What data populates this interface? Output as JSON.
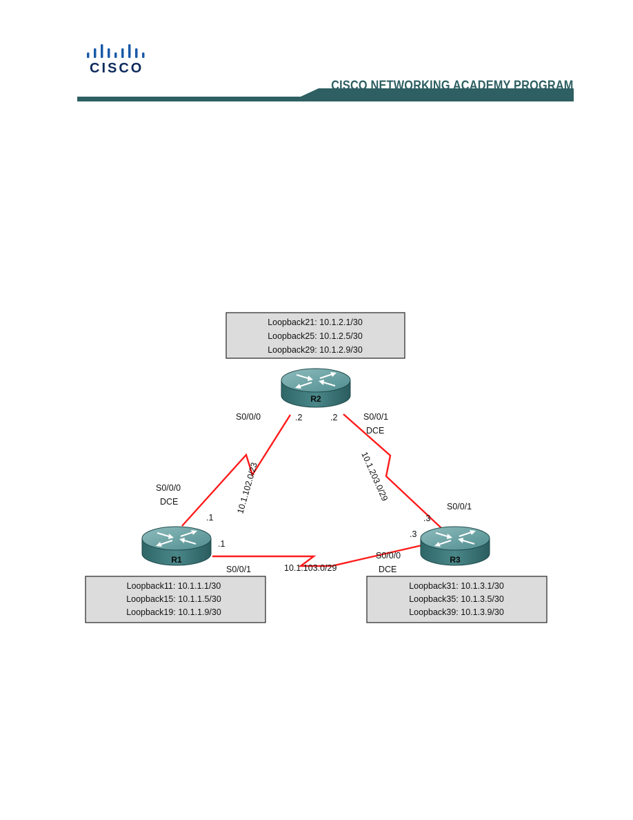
{
  "header": {
    "logo_text": "CISCO",
    "program_title": "CISCO NETWORKING ACADEMY PROGRAM"
  },
  "colors": {
    "header_band": "#2e5f62",
    "link": "#ff1a1a",
    "box_fill": "#dcdcdc",
    "router": "#3e7a7c"
  },
  "topology": {
    "routers": [
      {
        "name": "R2"
      },
      {
        "name": "R1"
      },
      {
        "name": "R3"
      }
    ],
    "loopback_boxes": {
      "r2": [
        "Loopback21: 10.1.2.1/30",
        "Loopback25: 10.1.2.5/30",
        "Loopback29: 10.1.2.9/30"
      ],
      "r1": [
        "Loopback11: 10.1.1.1/30",
        "Loopback15: 10.1.1.5/30",
        "Loopback19: 10.1.1.9/30"
      ],
      "r3": [
        "Loopback31: 10.1.3.1/30",
        "Loopback35: 10.1.3.5/30",
        "Loopback39: 10.1.3.9/30"
      ]
    },
    "links": {
      "r1_r2": {
        "network": "10.1.102.0/23",
        "r2_if": "S0/0/0",
        "r2_ip": ".2",
        "r1_if": "S0/0/0",
        "r1_dce": "DCE",
        "r1_ip": ".1"
      },
      "r2_r3": {
        "network": "10.1.203.0/29",
        "r2_if": "S0/0/1",
        "r2_dce": "DCE",
        "r2_ip": ".2",
        "r3_if": "S0/0/1",
        "r3_ip": ".3"
      },
      "r1_r3": {
        "network": "10.1.103.0/29",
        "r1_if": "S0/0/1",
        "r1_ip": ".1",
        "r3_if": "S0/0/0",
        "r3_dce": "DCE",
        "r3_ip": ".3"
      }
    }
  }
}
